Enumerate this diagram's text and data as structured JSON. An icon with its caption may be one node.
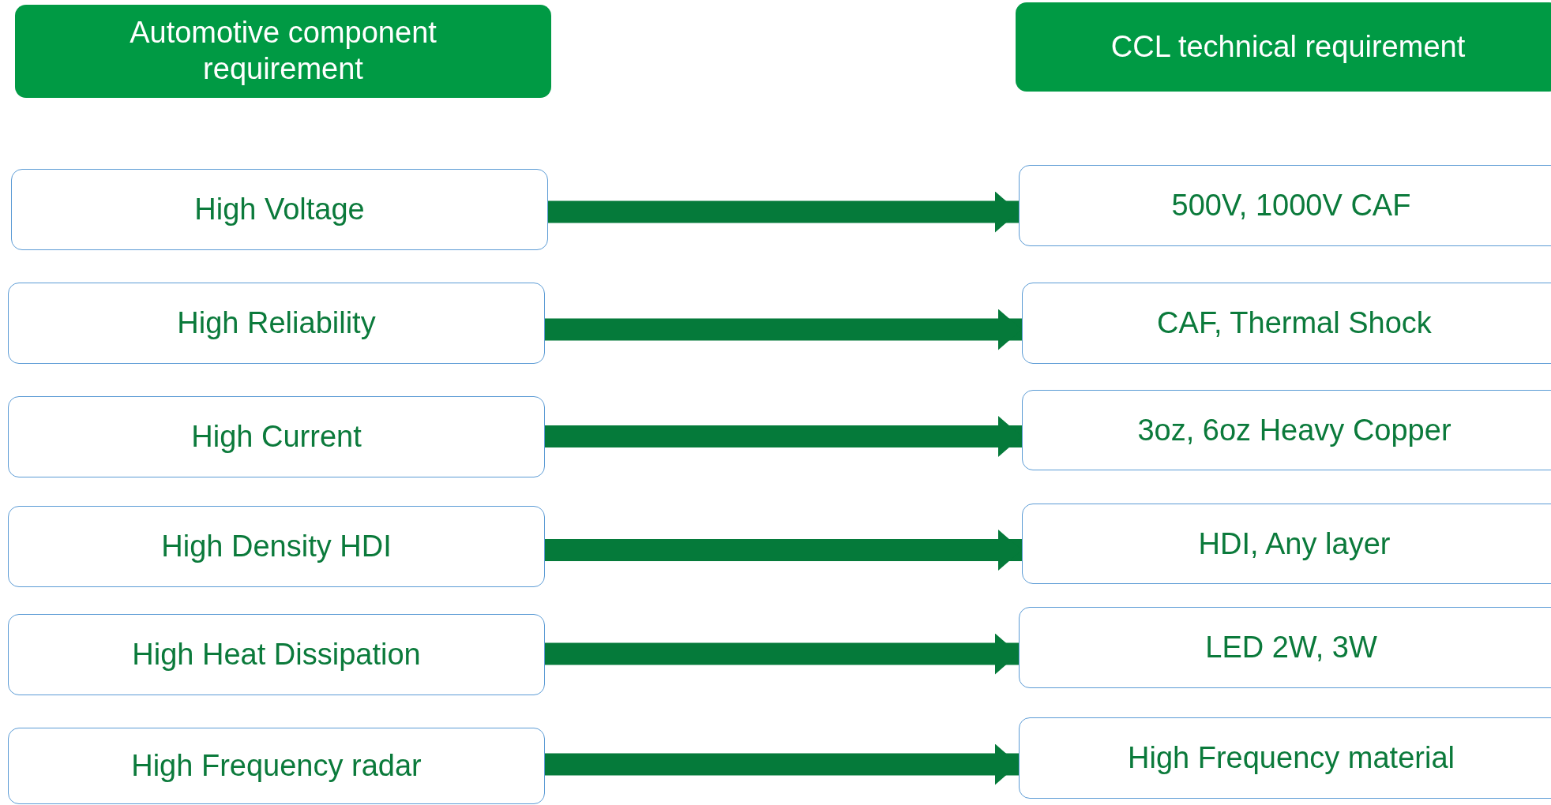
{
  "diagram": {
    "nodes": [
      {
        "text": [
          "Automotive component requirement"
        ]
      },
      {
        "text": [
          "CCL technical requirement"
        ]
      },
      {
        "text": [
          "High Voltage"
        ]
      },
      {
        "text": [
          "High Reliability"
        ]
      },
      {
        "text": [
          "High Current"
        ]
      },
      {
        "text": [
          "High Density HDI"
        ]
      },
      {
        "text": [
          "High Heat Dissipation"
        ]
      },
      {
        "text": [
          "High Frequency radar"
        ]
      },
      {
        "text": [
          "500V, 1000V CAF"
        ]
      },
      {
        "text": [
          "CAF, Thermal Shock"
        ]
      },
      {
        "text": [
          "3oz, 6oz Heavy Copper"
        ]
      },
      {
        "text": [
          "HDI, Any layer"
        ]
      },
      {
        "text": [
          "LED 2W, 3W"
        ]
      },
      {
        "text": [
          "High Frequency material"
        ]
      }
    ],
    "edges": [
      {
        "from": 2,
        "to": 8,
        "arrow": "to"
      },
      {
        "from": 3,
        "to": 9,
        "arrow": "to"
      },
      {
        "from": 4,
        "to": 10,
        "arrow": "to"
      },
      {
        "from": 5,
        "to": 11,
        "arrow": "to"
      },
      {
        "from": 6,
        "to": 12,
        "arrow": "to"
      },
      {
        "from": 7,
        "to": 13,
        "arrow": "to"
      }
    ]
  }
}
